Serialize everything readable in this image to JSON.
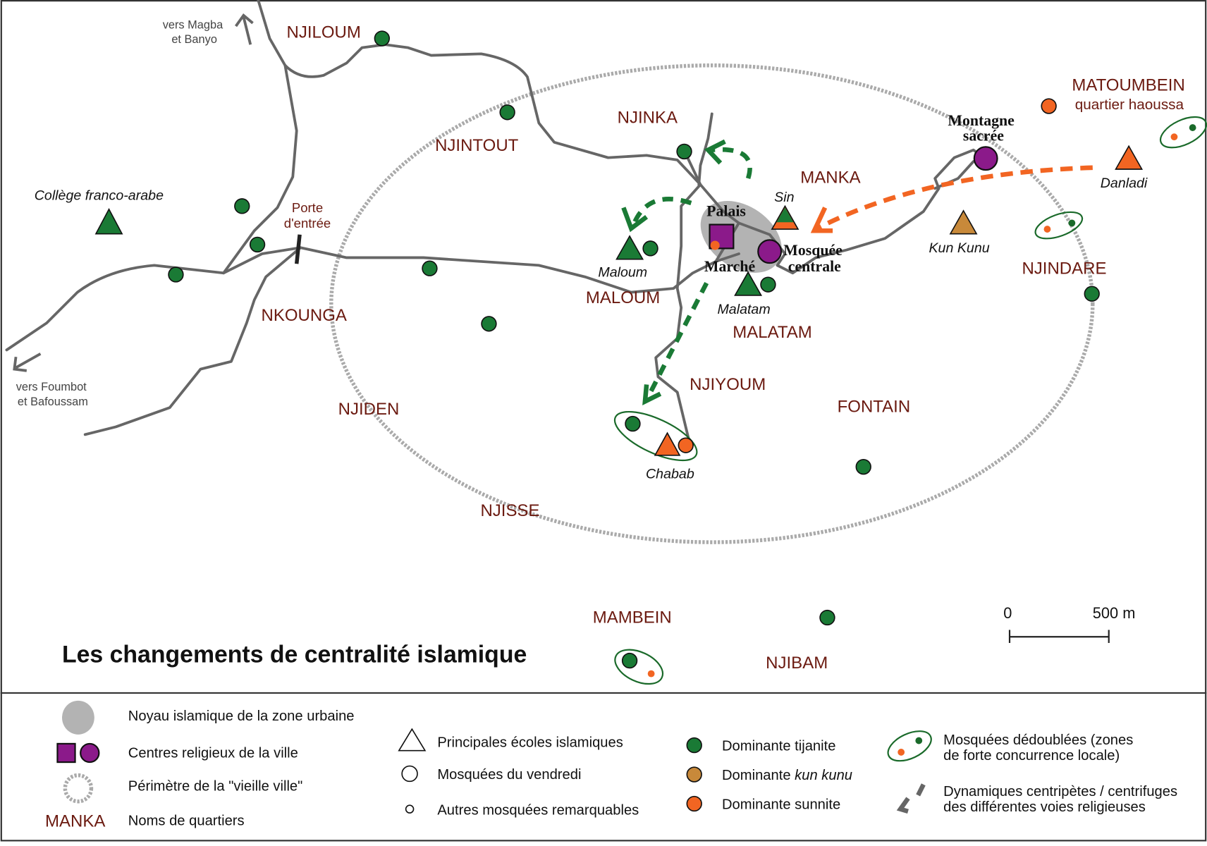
{
  "title": "Les changements de centralité islamique",
  "directions": {
    "north": [
      "vers Magba",
      "et Banyo"
    ],
    "southwest": [
      "vers Foumbot",
      "et Bafoussam"
    ]
  },
  "gate": [
    "Porte",
    "d'entrée"
  ],
  "quarters": {
    "njiloum": "NJILOUM",
    "njintout": "NJINTOUT",
    "njinka": "NJINKA",
    "manka": "MANKA",
    "matoumbein": "MATOUMBEIN",
    "njindare": "NJINDARE",
    "nkounga": "NKOUNGA",
    "maloum": "MALOUM",
    "malatam": "MALATAM",
    "njiyoum": "NJIYOUM",
    "fontain": "FONTAIN",
    "njiden": "NJIDEN",
    "njisse": "NJISSE",
    "mambein": "MAMBEIN",
    "njibam": "NJIBAM"
  },
  "quarter_note": "quartier haoussa",
  "places": {
    "college": "Collège franco-arabe",
    "sin": "Sin",
    "maloum": "Maloum",
    "malatam": "Malatam",
    "kun_kunu": "Kun Kunu",
    "danladi": "Danladi",
    "chabab": "Chabab"
  },
  "centres": {
    "palais": "Palais",
    "marche": "Marché",
    "mosquee": [
      "Mosquée",
      "centrale"
    ],
    "montagne": [
      "Montagne",
      "sacrée"
    ]
  },
  "scale": {
    "start": "0",
    "end": "500 m"
  },
  "legend": {
    "noyau": "Noyau islamique de la zone urbaine",
    "centres": "Centres religieux de la ville",
    "perimetre": "Périmètre de la \"vieille ville\"",
    "sample_quarter": "MANKA",
    "noms": "Noms de quartiers",
    "ecoles": "Principales écoles islamiques",
    "vendredi": "Mosquées du vendredi",
    "autres": "Autres mosquées remarquables",
    "tijanite": "Dominante tijanite",
    "kunkunu_prefix": "Dominante ",
    "kunkunu_italic": "kun kunu",
    "sunnite": "Dominante sunnite",
    "dedoublees": [
      "Mosquées dédoublées (zones",
      "de forte concurrence locale)"
    ],
    "dynamiques": [
      "Dynamiques centripètes / centrifuges",
      " des différentes voies religieuses"
    ]
  },
  "colors": {
    "tijanite": "#1a7a35",
    "kun_kunu": "#c8893a",
    "sunnite": "#f26522",
    "centre": "#8b1a8a",
    "quarter": "#6b1a10"
  }
}
